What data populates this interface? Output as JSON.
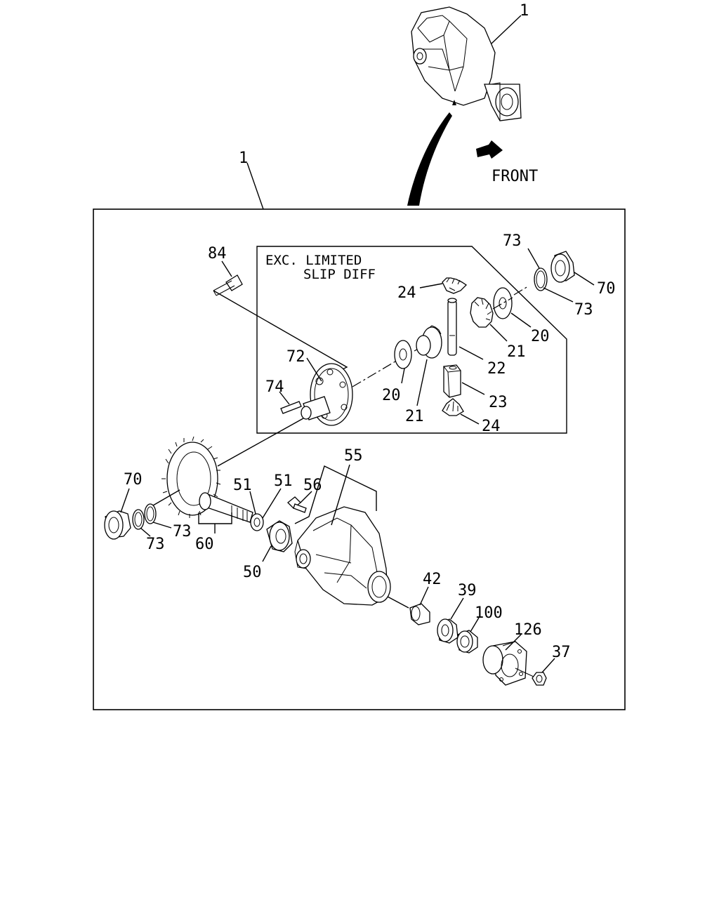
{
  "diagram": {
    "front_label": "FRONT",
    "inset_note_line1": "EXC. LIMITED",
    "inset_note_line2": "SLIP DIFF",
    "callouts": {
      "assembly_top": "1",
      "assembly_frame": "1",
      "p84": "84",
      "p72": "72",
      "p74": "74",
      "p73_upper": "73",
      "p70_upper": "70",
      "p73_upper_b": "73",
      "p24_upper": "24",
      "p20_right": "20",
      "p21_right": "21",
      "p22": "22",
      "p20_left": "20",
      "p21_left": "21",
      "p23": "23",
      "p24_lower": "24",
      "p55": "55",
      "p70_lower": "70",
      "p51_a": "51",
      "p51_b": "51",
      "p56": "56",
      "p73_lower_a": "73",
      "p73_lower_b": "73",
      "p60": "60",
      "p50": "50",
      "p42": "42",
      "p39": "39",
      "p100": "100",
      "p126": "126",
      "p37": "37"
    }
  }
}
